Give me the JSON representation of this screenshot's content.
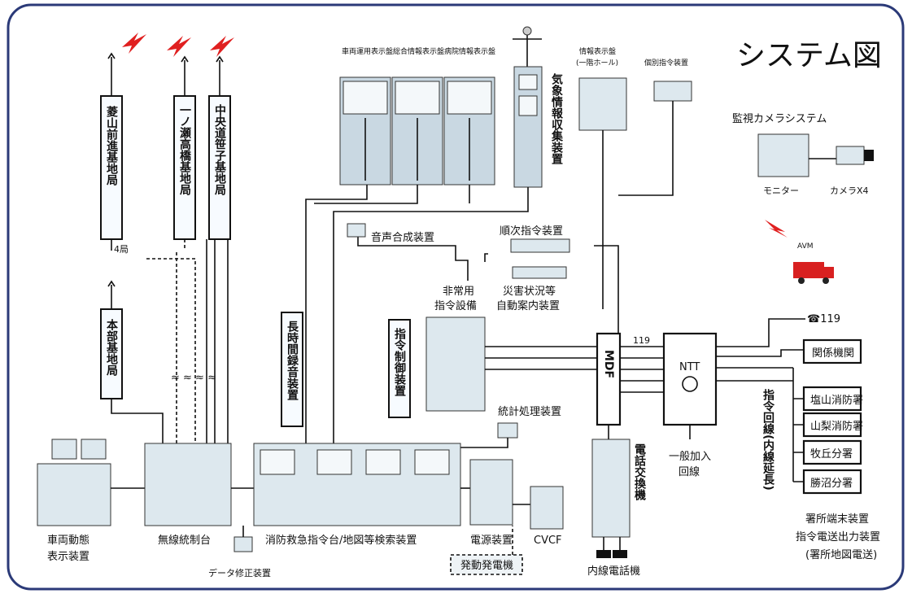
{
  "title": "システム図",
  "antennas": {
    "a1": "菱山前進基地局",
    "a2": "一ノ瀬高橋基地局",
    "a3": "中央道笹子基地局",
    "count_label": "4局",
    "hq": "本部基地局"
  },
  "displays": {
    "vehicle": "車両運用表示盤",
    "general": "総合情報表示盤",
    "hospital": "病院情報表示盤",
    "weather": "気象情報収集装置",
    "info_board": "情報表示盤",
    "info_board_sub": "(一階ホール)",
    "individual": "個別指令装置"
  },
  "camera": {
    "system": "監視カメラシステム",
    "monitor": "モニター",
    "cameras": "カメラX4"
  },
  "avm": "AVM",
  "devices": {
    "voice": "音声合成装置",
    "sequential": "順次指令装置",
    "disaster": "災害状況等自動案内装置",
    "emergency": "非常用指令設備",
    "command_ctrl": "指令制御装置",
    "long_rec": "長時間録音装置",
    "mdf": "MDF",
    "ntt": "NTT",
    "n119a": "119",
    "n119b": "☎119",
    "related": "関係機関",
    "stats": "統計処理装置",
    "phone_exchange": "電話交換機",
    "general_line": "一般加入回線",
    "command_line": "指令回線(内線延長)"
  },
  "stations": [
    "塩山消防署",
    "山梨消防署",
    "牧丘分署",
    "勝沼分署"
  ],
  "bottom": {
    "vehicle_dyn": "車両動態表示装置",
    "radio_ctrl": "無線統制台",
    "console": "消防救急指令台/地図等検索装置",
    "power": "電源装置",
    "cvcf": "CVCF",
    "generator": "発動発電機",
    "data_fix": "データ修正装置",
    "ext_phone": "内線電話機",
    "terminal1": "署所端末装置",
    "terminal2": "指令電送出力装置",
    "terminal3": "(署所地図電送)"
  }
}
